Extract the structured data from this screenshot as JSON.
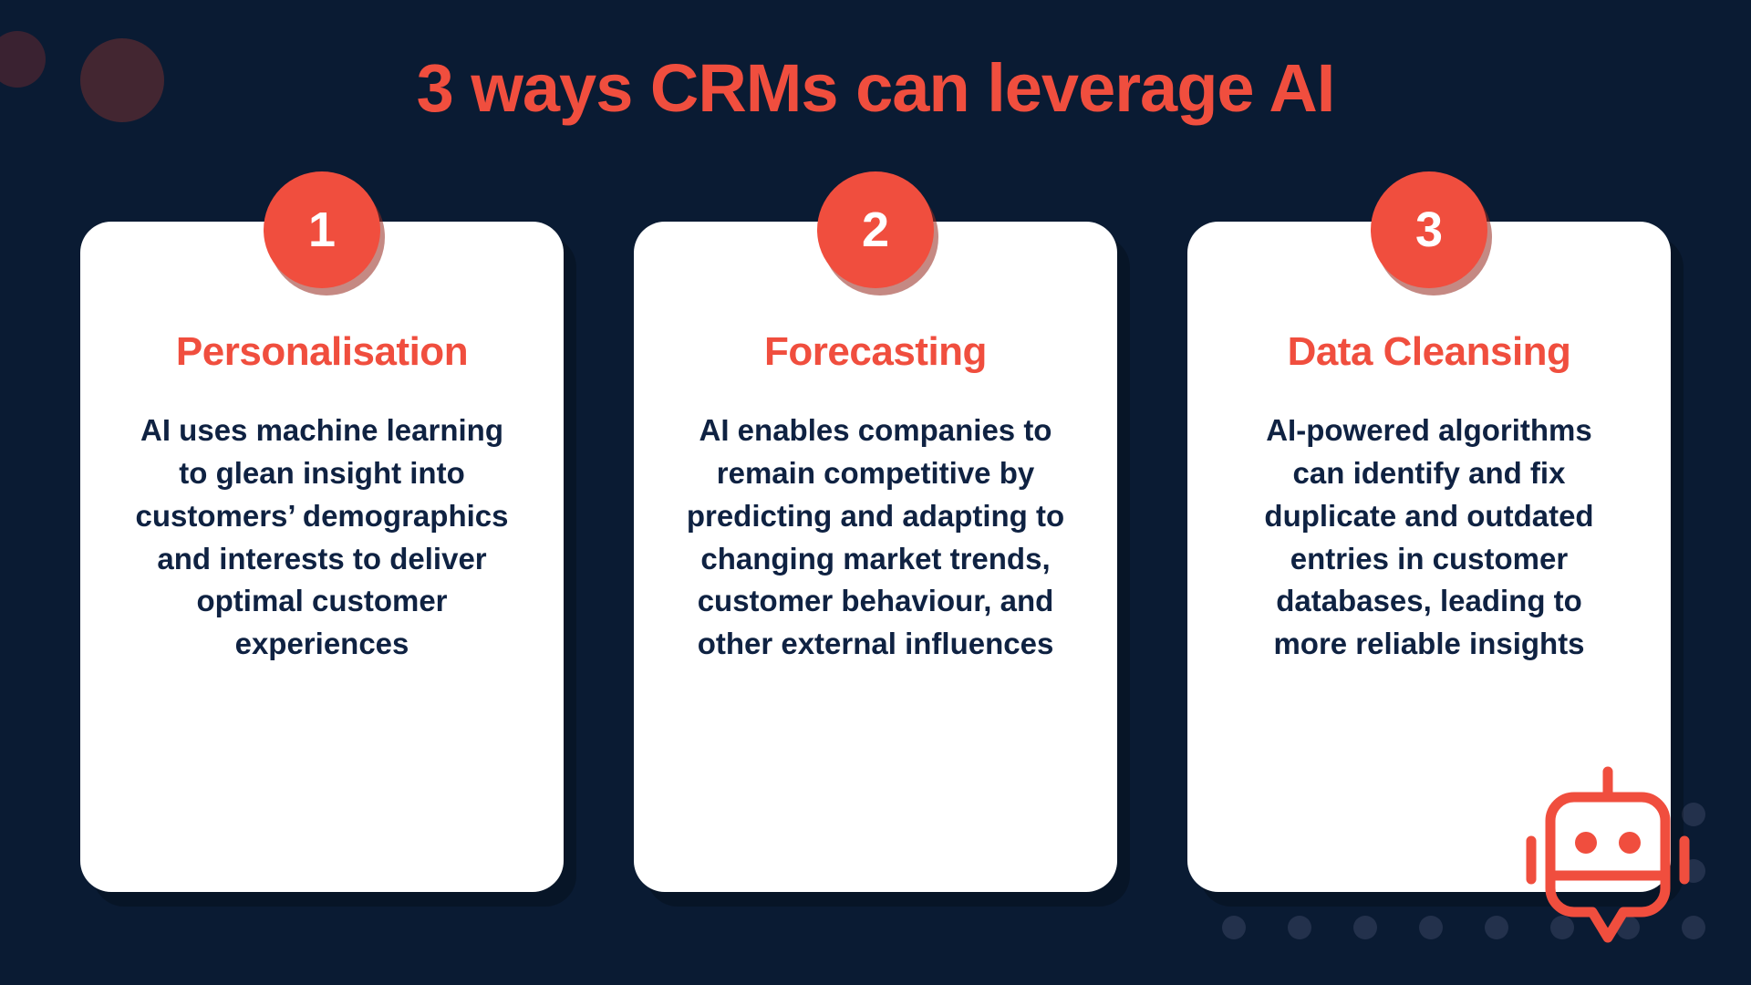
{
  "title": "3 ways CRMs can leverage AI",
  "colors": {
    "background": "#0a1b33",
    "accent": "#f04e3e",
    "card_background": "#ffffff",
    "body_text": "#0f2242",
    "dot_grid": "#23314c"
  },
  "cards": [
    {
      "number": "1",
      "heading": "Personalisation",
      "body": "AI uses machine learning to glean insight into customers’ demographics and interests to deliver optimal customer experiences"
    },
    {
      "number": "2",
      "heading": "Forecasting",
      "body": "AI enables companies to remain competitive by predicting and adapting to changing market trends, customer behaviour, and other external influences"
    },
    {
      "number": "3",
      "heading": "Data Cleansing",
      "body": "AI-powered algorithms can identify and fix duplicate and outdated entries in customer databases, leading to more reliable insights"
    }
  ],
  "decor": {
    "robot_icon": "robot-icon",
    "corner_circle_small": "corner-circle-small",
    "corner_circle_large": "corner-circle-large",
    "dot_grid": "dot-grid"
  }
}
